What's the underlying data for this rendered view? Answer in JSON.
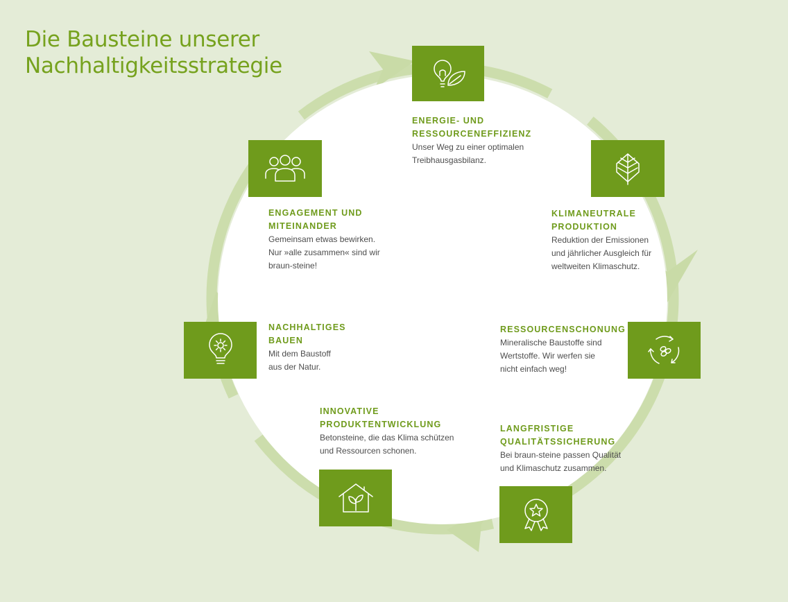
{
  "title": {
    "line1": "Die Bausteine unserer",
    "line2": "Nachhaltigkeitsstrategie"
  },
  "colors": {
    "background": "#e4ecd7",
    "accent": "#6f9b1c",
    "ring": "#c9dba7",
    "circle": "#ffffff"
  },
  "items": [
    {
      "icon": "lightbulb-leaf-icon",
      "heading_line1": "ENERGIE- UND",
      "heading_line2": "RESSOURCENEFFIZIENZ",
      "desc_line1": "Unser Weg zu einer optimalen",
      "desc_line2": "Treibhausgasbilanz.",
      "desc_line3": ""
    },
    {
      "icon": "leaf-icon",
      "heading_line1": "KLIMANEUTRALE",
      "heading_line2": "PRODUKTION",
      "desc_line1": "Reduktion der Emissionen",
      "desc_line2": "und jährlicher Ausgleich für",
      "desc_line3": "weltweiten Klimaschutz."
    },
    {
      "icon": "recycle-icon",
      "heading_line1": "RESSOURCENSCHONUNG",
      "heading_line2": "",
      "desc_line1": "Mineralische Baustoffe sind",
      "desc_line2": "Wertstoffe. Wir werfen sie",
      "desc_line3": "nicht einfach weg!"
    },
    {
      "icon": "award-badge-icon",
      "heading_line1": "LANGFRISTIGE",
      "heading_line2": "QUALITÄTSSICHERUNG",
      "desc_line1": "Bei braun-steine passen Qualität",
      "desc_line2": "und Klimaschutz zusammen.",
      "desc_line3": ""
    },
    {
      "icon": "house-plant-icon",
      "heading_line1": "INNOVATIVE",
      "heading_line2": "PRODUKTENTWICKLUNG",
      "desc_line1": "Betonsteine, die das Klima schützen",
      "desc_line2": "und Ressourcen schonen.",
      "desc_line3": ""
    },
    {
      "icon": "lightbulb-gear-icon",
      "heading_line1": "NACHHALTIGES",
      "heading_line2": "BAUEN",
      "desc_line1": "Mit dem Baustoff",
      "desc_line2": "aus der Natur.",
      "desc_line3": ""
    },
    {
      "icon": "people-group-icon",
      "heading_line1": "ENGAGEMENT UND",
      "heading_line2": "MITEINANDER",
      "desc_line1": "Gemeinsam etwas bewirken.",
      "desc_line2": "Nur »alle zusammen« sind wir",
      "desc_line3": "braun-steine!"
    }
  ]
}
